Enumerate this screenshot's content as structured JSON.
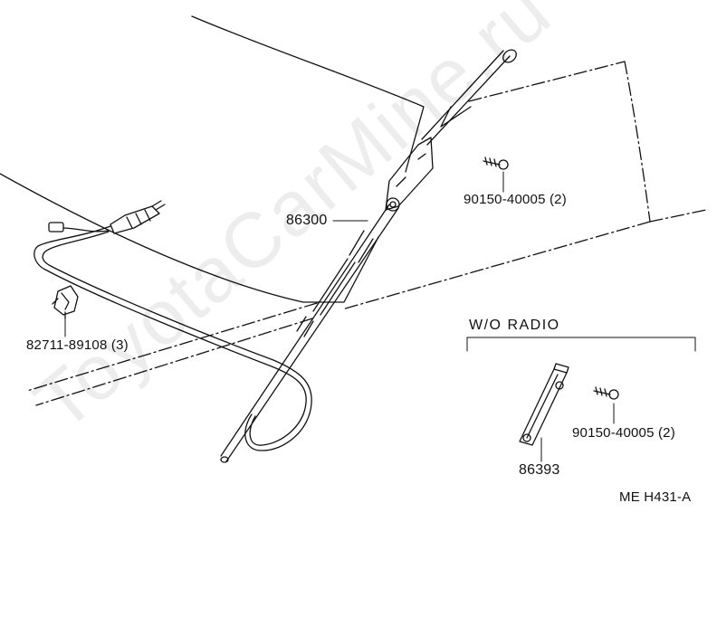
{
  "labels": {
    "antenna_assembly": "86300",
    "screw_right": "90150-40005 (2)",
    "clamp": "82711-89108 (3)",
    "section_title": "W/O RADIO",
    "bracket": "86393",
    "screw_inset": "90150-40005 (2)",
    "figure_code": "ME  H431-A"
  },
  "watermark": "ToyotaCarMine.ru",
  "colors": {
    "line": "#111111",
    "background": "#ffffff"
  }
}
